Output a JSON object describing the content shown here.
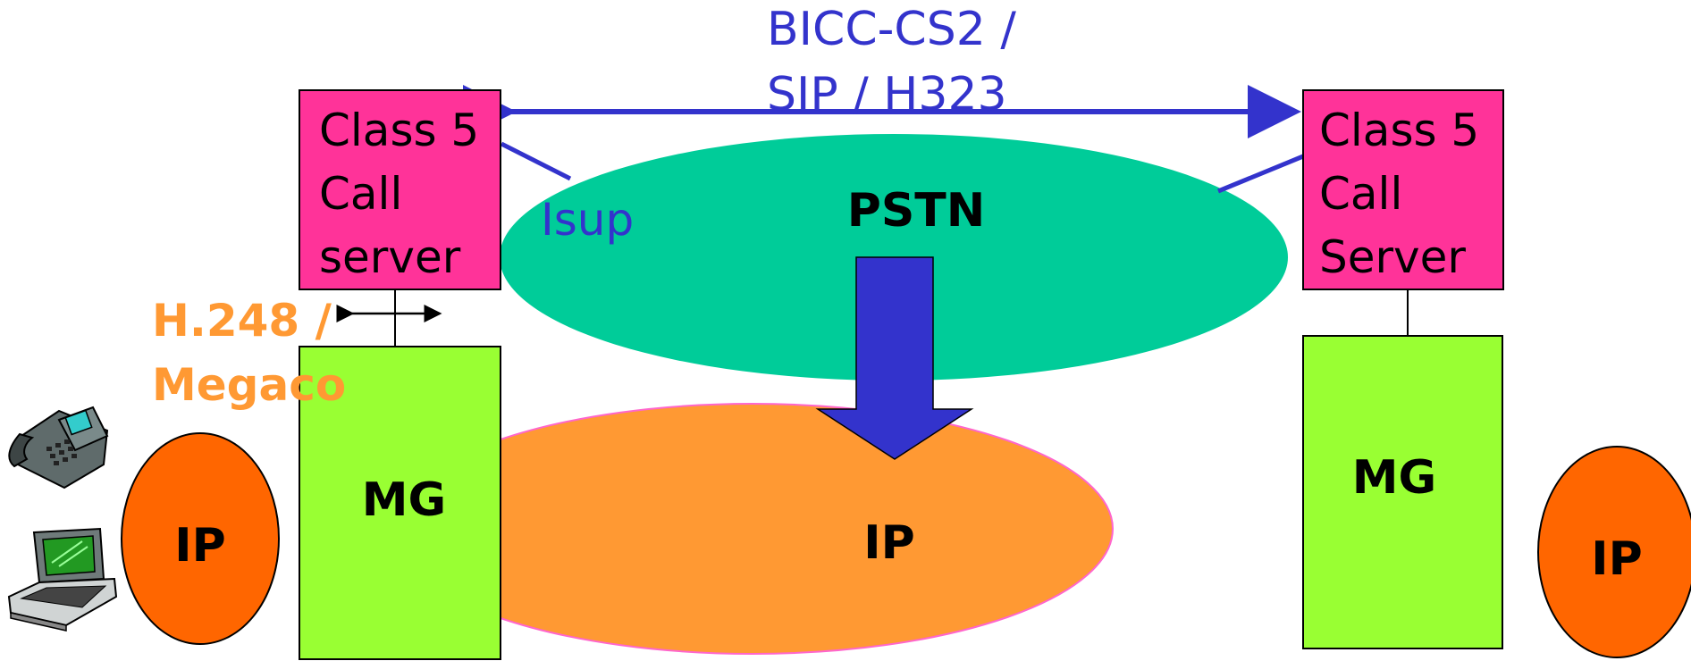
{
  "protocol_label": {
    "line1": "BICC-CS2 /",
    "line2": "SIP / H323"
  },
  "isup_label": "Isup",
  "pstn_label": "PSTN",
  "ip_center_label": "IP",
  "ip_left_label": "IP",
  "ip_right_label": "IP",
  "left_server": {
    "line1": "Class 5",
    "line2": "Call",
    "line3": "server"
  },
  "right_server": {
    "line1": "Class 5",
    "line2": "Call",
    "line3": "Server"
  },
  "left_mg_label": "MG",
  "right_mg_label": "MG",
  "h248_label": {
    "line1": "H.248 /",
    "line2": "Megaco"
  },
  "colors": {
    "server_box": "#ff3399",
    "mg_box": "#99ff33",
    "pstn_cloud": "#00cc99",
    "ip_cloud": "#ff9933",
    "ip_endpoint": "#ff6600",
    "link_blue": "#3333cc",
    "h248_text": "#ff9933"
  }
}
